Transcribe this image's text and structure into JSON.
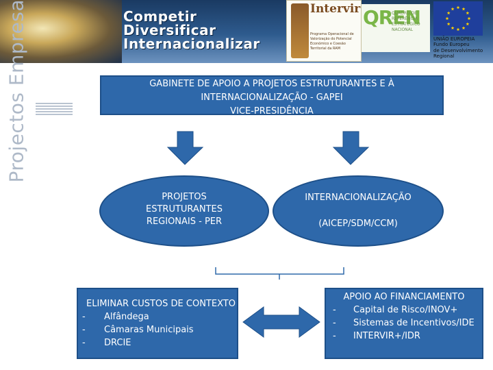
{
  "header": {
    "banner_lines": [
      "Competir",
      "Diversificar",
      "Internacionalizar"
    ],
    "intervir_logo": {
      "word": "Intervir+",
      "subtitle": "Programa Operacional de Valorização do Potencial Económico e Coesão Territorial da RAM"
    },
    "qren_logo": {
      "letters": "QREN",
      "subtitle": "QUADRO DE REFERÊNCIA ESTRATÉGICO NACIONAL"
    },
    "eu": {
      "caption_lines": [
        "UNIÃO EUROPEIA",
        "Fundo Europeu",
        "de Desenvolvimento",
        "Regional"
      ]
    }
  },
  "sidebar": {
    "vertical_title": "Projectos Empresariais"
  },
  "diagram": {
    "top_box": {
      "lines": [
        "GABINETE DE APOIO A PROJETOS ESTRUTURANTES E À",
        "INTERNACIONALIZAÇÃO - GAPEI",
        "VICE-PRESIDÊNCIA"
      ]
    },
    "left_ellipse": {
      "lines": [
        "PROJETOS",
        "ESTRUTURANTES",
        "REGIONAIS - PER"
      ]
    },
    "right_ellipse": {
      "title": "INTERNACIONALIZAÇÃO",
      "subtitle": "(AICEP/SDM/CCM)"
    },
    "bottom_left": {
      "title": "ELIMINAR CUSTOS DE CONTEXTO",
      "items": [
        "Alfândega",
        "Câmaras Municipais",
        "DRCIE"
      ]
    },
    "bottom_right": {
      "title": "APOIO AO FINANCIAMENTO",
      "items": [
        "Capital de Risco/INOV+",
        "Sistemas de Incentivos/IDE",
        "INTERVIR+/IDR"
      ]
    },
    "bullet": "-"
  },
  "colors": {
    "box_fill": "#2e68aa",
    "box_border": "#1d4f88",
    "arrow": "#2e68aa",
    "bracket": "#2e68aa"
  }
}
